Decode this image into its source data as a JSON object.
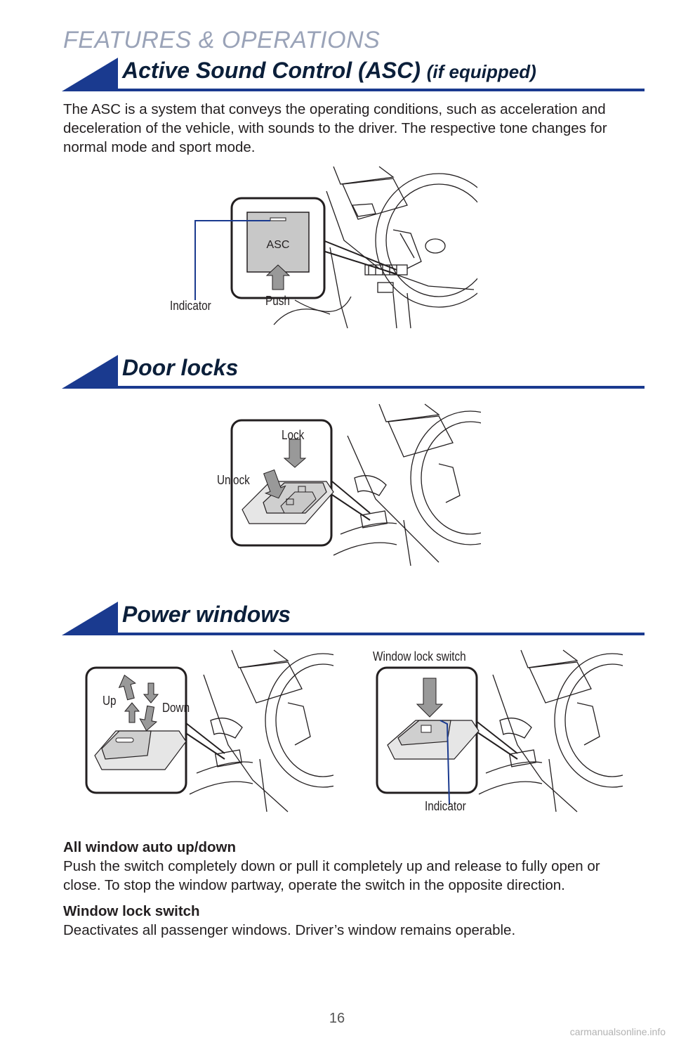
{
  "page": {
    "section_title": "FEATURES & OPERATIONS",
    "page_number": "16",
    "footer": "carmanualsonline.info"
  },
  "colors": {
    "accent_blue": "#1a3a8f",
    "heading_text": "#0b1f3a",
    "section_title": "#9aa3b8",
    "illustration_gray": "#c8c8c8"
  },
  "asc": {
    "heading": "Active Sound Control (ASC)",
    "heading_suffix": "(if equipped)",
    "body": "The ASC is a system that conveys the operating conditions, such as acceleration and deceleration of the vehicle, with sounds to the driver. The respective tone changes for normal mode and sport mode.",
    "button_text": "ASC",
    "label_indicator": "Indicator",
    "label_push": "Push"
  },
  "door_locks": {
    "heading": "Door locks",
    "label_lock": "Lock",
    "label_unlock": "Unlock"
  },
  "power_windows": {
    "heading": "Power windows",
    "label_up": "Up",
    "label_down": "Down",
    "label_window_lock_switch": "Window lock switch",
    "label_indicator": "Indicator",
    "auto_title": "All window auto up/down",
    "auto_body": "Push the switch completely down or pull it completely up and release to fully open or close. To stop the window partway, operate the switch in the opposite direction.",
    "lock_title": "Window lock switch",
    "lock_body": "Deactivates all passenger windows. Driver’s window remains operable."
  }
}
